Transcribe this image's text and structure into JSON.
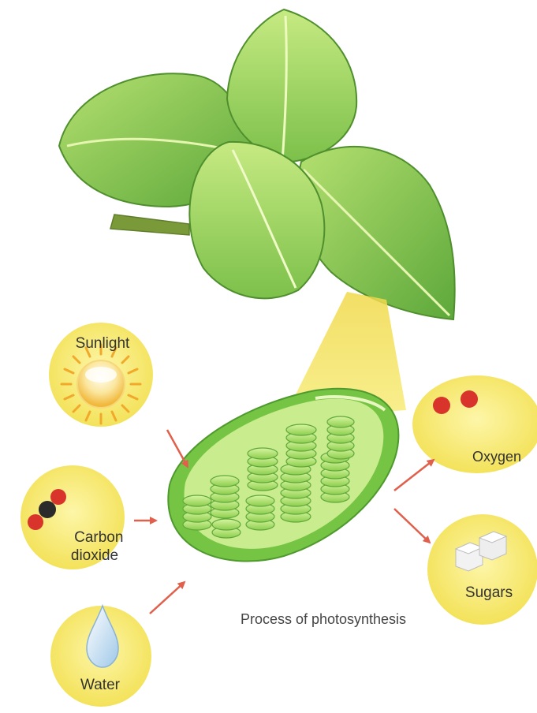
{
  "diagram": {
    "inputs": {
      "sunlight": "Sunlight",
      "carbon_dioxide": "Carbon\ndioxide",
      "water": "Water"
    },
    "outputs": {
      "oxygen": "Oxygen",
      "sugars": "Sugars"
    },
    "caption": "Process of photosynthesis"
  },
  "colors": {
    "leaf_dark": "#5fae3a",
    "leaf_light": "#a9d96a",
    "circle_fill": "#f7ec7a",
    "highlight_yellow": "#f4e64a",
    "chloroplast_outer": "#8fcf55",
    "chloroplast_inner": "#c9ec8e",
    "arrow_red": "#e0604c",
    "molecule_red": "#d9342b",
    "molecule_black": "#2a2a2a"
  }
}
